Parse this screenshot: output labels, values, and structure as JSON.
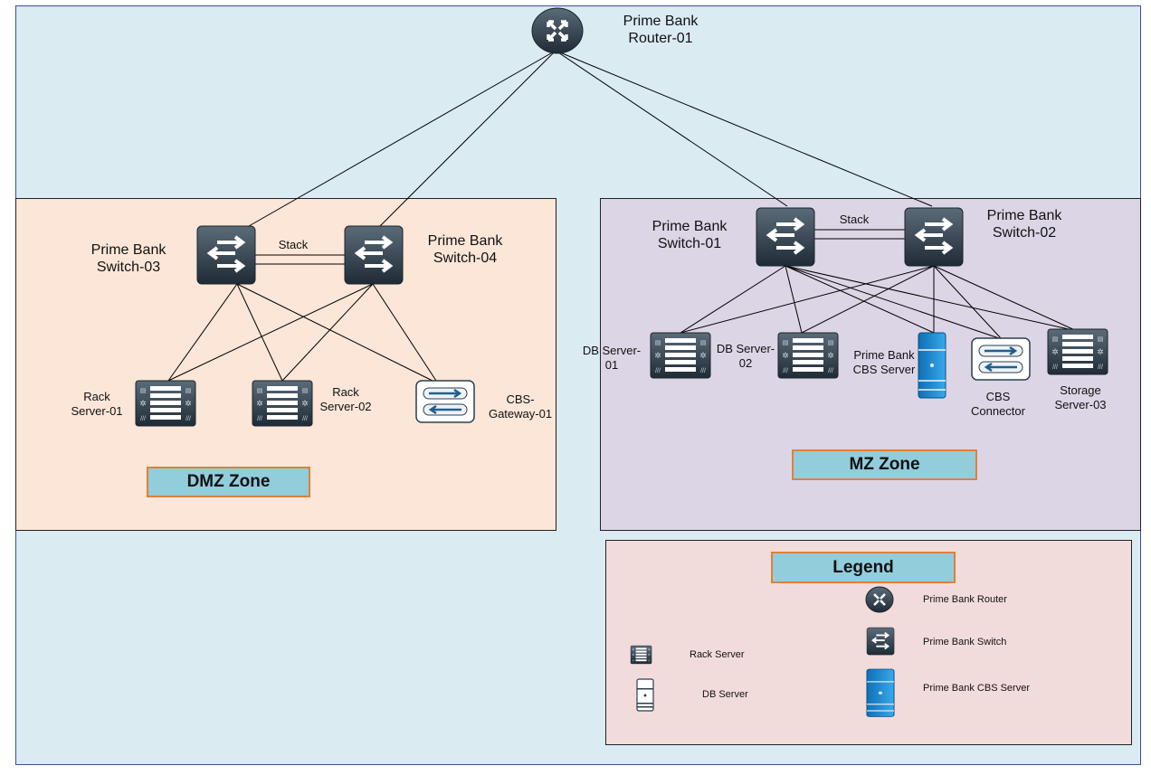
{
  "router": {
    "name_line1": "Prime Bank",
    "name_line2": "Router-01"
  },
  "switches": {
    "sw01": {
      "line1": "Prime Bank",
      "line2": "Switch-01"
    },
    "sw02": {
      "line1": "Prime Bank",
      "line2": "Switch-02"
    },
    "sw03": {
      "line1": "Prime Bank",
      "line2": "Switch-03"
    },
    "sw04": {
      "line1": "Prime Bank",
      "line2": "Switch-04"
    }
  },
  "stack_label_dmz": "Stack",
  "stack_label_mz": "Stack",
  "dmz": {
    "zone_label": "DMZ Zone",
    "rack1": {
      "line1": "Rack",
      "line2": "Server-01"
    },
    "rack2": {
      "line1": "Rack",
      "line2": "Server-02"
    },
    "gateway": {
      "line1": "CBS-",
      "line2": "Gateway-01"
    }
  },
  "mz": {
    "zone_label": "MZ Zone",
    "db1": {
      "line1": "DB Server-",
      "line2": "01"
    },
    "db2": {
      "line1": "DB Server-",
      "line2": "02"
    },
    "cbs_server": {
      "line1": "Prime Bank",
      "line2": "CBS Server"
    },
    "cbs_connector": {
      "line1": "CBS",
      "line2": "Connector"
    },
    "storage": {
      "line1": "Storage",
      "line2": "Server-03"
    }
  },
  "legend": {
    "title": "Legend",
    "router": "Prime Bank Router",
    "switch": "Prime Bank Switch",
    "cbs_server": "Prime Bank CBS Server",
    "rack_server": "Rack Server",
    "db_server": "DB Server"
  },
  "colors": {
    "background": "#daebf2",
    "dmz": "#fbe6d8",
    "mz": "#dcd5e5",
    "legend": "#f2dcdb",
    "zone_label": "#92cddc",
    "device": "#2d3e4d",
    "cbs_server": "#1f8ed6"
  },
  "icons": [
    "router-icon",
    "switch-icon",
    "rack-server-icon",
    "db-server-icon",
    "cbs-server-icon",
    "connector-icon"
  ]
}
